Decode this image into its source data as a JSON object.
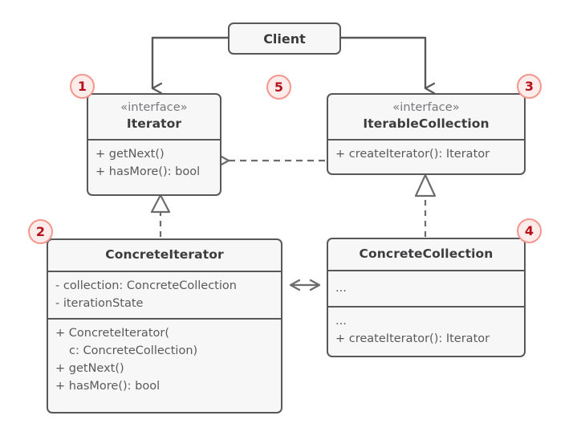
{
  "diagram": {
    "title": "Iterator design pattern UML class diagram",
    "colors": {
      "box_fill": "#f7f7f7",
      "box_stroke": "#58585a",
      "text": "#5a5a5c",
      "heading_text": "#3c3c3e",
      "stereotype_text": "#77787b",
      "badge_fill": "#fdecea",
      "badge_stroke": "#f4968c",
      "badge_text": "#b5121b",
      "connector": "#58585a",
      "background": "#ffffff"
    },
    "classes": {
      "client": {
        "name": "Client"
      },
      "iterator": {
        "stereotype": "«interface»",
        "name": "Iterator",
        "methods": [
          "+ getNext()",
          "+ hasMore(): bool"
        ]
      },
      "iterable_collection": {
        "stereotype": "«interface»",
        "name": "IterableCollection",
        "methods": [
          "+ createIterator(): Iterator"
        ]
      },
      "concrete_iterator": {
        "name": "ConcreteIterator",
        "fields": [
          "- collection: ConcreteCollection",
          "- iterationState"
        ],
        "methods": [
          "+ ConcreteIterator(",
          "c: ConcreteCollection)",
          "+ getNext()",
          "+ hasMore(): bool"
        ]
      },
      "concrete_collection": {
        "name": "ConcreteCollection",
        "fields": [
          "..."
        ],
        "methods": [
          "...",
          "+ createIterator(): Iterator"
        ]
      }
    },
    "badges": [
      {
        "id": "badge-1",
        "label": "1"
      },
      {
        "id": "badge-2",
        "label": "2"
      },
      {
        "id": "badge-3",
        "label": "3"
      },
      {
        "id": "badge-4",
        "label": "4"
      },
      {
        "id": "badge-5",
        "label": "5"
      }
    ],
    "relationships": [
      {
        "from": "Client",
        "to": "Iterator",
        "type": "association-directed"
      },
      {
        "from": "Client",
        "to": "IterableCollection",
        "type": "association-directed"
      },
      {
        "from": "IterableCollection",
        "to": "Iterator",
        "type": "dependency-dashed"
      },
      {
        "from": "ConcreteIterator",
        "to": "Iterator",
        "type": "realization"
      },
      {
        "from": "ConcreteCollection",
        "to": "IterableCollection",
        "type": "realization"
      },
      {
        "from": "ConcreteIterator",
        "to": "ConcreteCollection",
        "type": "association-bidirectional"
      }
    ]
  }
}
